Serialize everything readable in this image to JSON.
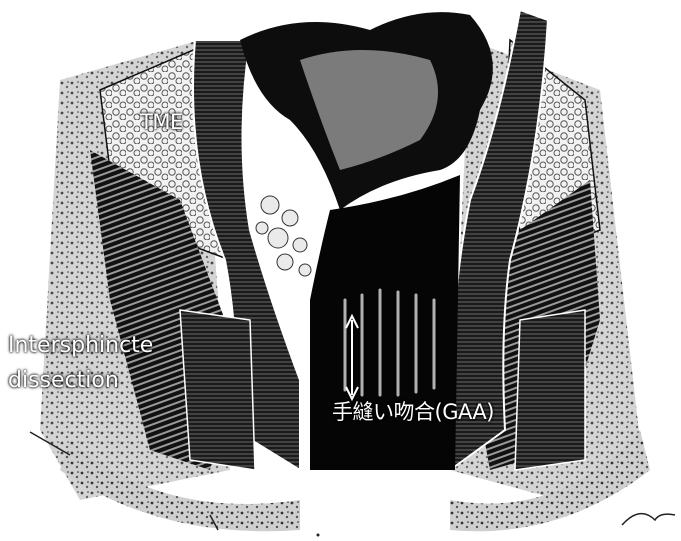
{
  "labels": {
    "tme": "TME",
    "intersphincteric_line1": "Intersphincte",
    "intersphincteric_line2": "dissection",
    "anastomosis": "手縫い吻合(GAA)"
  },
  "colors": {
    "ink": "#0b0b0b",
    "tissue_gray": "#8a8a8a",
    "fat_light": "#d9d9d9",
    "paper": "#ffffff",
    "label_text": "#ffffff"
  }
}
